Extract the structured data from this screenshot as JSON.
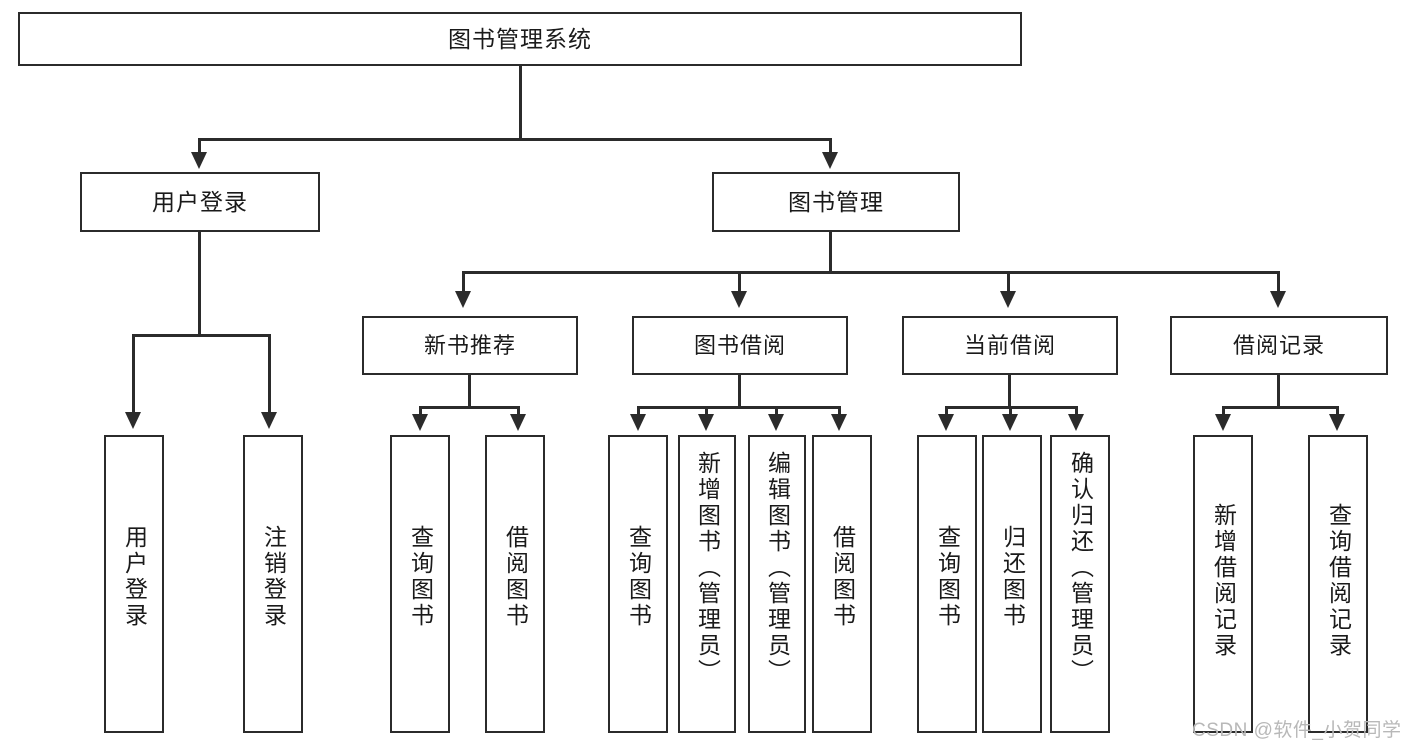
{
  "diagram": {
    "title": "图书管理系统",
    "type": "功能结构图",
    "line_color": "#2b2b2b",
    "box_fill": "#ffffff",
    "text_color": "#1a1a1a"
  },
  "root": {
    "label": "图书管理系统"
  },
  "level1": [
    {
      "id": "user-login",
      "label": "用户登录"
    },
    {
      "id": "book-manage",
      "label": "图书管理"
    }
  ],
  "level2": [
    {
      "id": "new-book-recommend",
      "label": "新书推荐"
    },
    {
      "id": "book-borrow",
      "label": "图书借阅"
    },
    {
      "id": "current-borrow",
      "label": "当前借阅"
    },
    {
      "id": "borrow-record",
      "label": "借阅记录"
    }
  ],
  "leaves": {
    "user_login": [
      {
        "id": "leaf-user-login",
        "label": "用户登录"
      },
      {
        "id": "leaf-logout",
        "label": "注销登录"
      }
    ],
    "new_book_recommend": [
      {
        "id": "leaf-query-book-1",
        "label": "查询图书"
      },
      {
        "id": "leaf-borrow-book-1",
        "label": "借阅图书"
      }
    ],
    "book_borrow": [
      {
        "id": "leaf-query-book-2",
        "label": "查询图书"
      },
      {
        "id": "leaf-add-book",
        "label": "新增图书（管理员）"
      },
      {
        "id": "leaf-edit-book",
        "label": "编辑图书（管理员）"
      },
      {
        "id": "leaf-borrow-book-2",
        "label": "借阅图书"
      }
    ],
    "current_borrow": [
      {
        "id": "leaf-query-book-3",
        "label": "查询图书"
      },
      {
        "id": "leaf-return-book",
        "label": "归还图书"
      },
      {
        "id": "leaf-confirm-return",
        "label": "确认归还（管理员）"
      }
    ],
    "borrow_record": [
      {
        "id": "leaf-add-record",
        "label": "新增借阅记录"
      },
      {
        "id": "leaf-query-record",
        "label": "查询借阅记录"
      }
    ]
  },
  "watermark": {
    "text": "CSDN @软件_小贺同学"
  }
}
